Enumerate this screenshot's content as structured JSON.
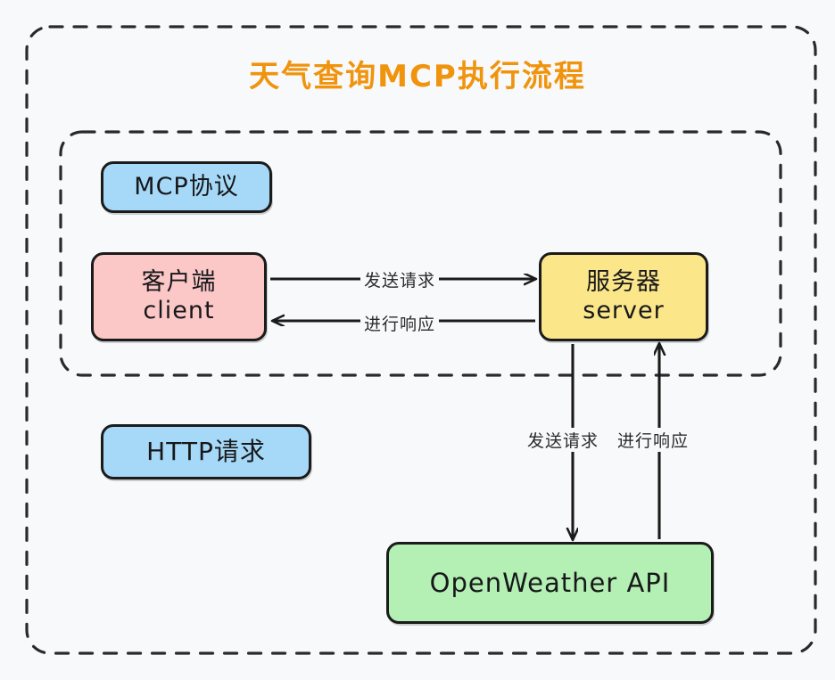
{
  "diagram": {
    "title": "天气查询MCP执行流程",
    "title_color": "#f0930d",
    "background_color": "#f8f9fa",
    "containers": [
      {
        "name": "outer-boundary",
        "style": "dashed-rounded-rect"
      },
      {
        "name": "mcp-protocol-boundary",
        "style": "dashed-rounded-rect"
      }
    ],
    "nodes": {
      "mcp_protocol": {
        "label": "MCP协议",
        "color": "#a6d9f7"
      },
      "http_request": {
        "label": "HTTP请求",
        "color": "#a6d9f7"
      },
      "client": {
        "line1": "客户端",
        "line2": "client",
        "color": "#fbc7c7"
      },
      "server": {
        "line1": "服务器",
        "line2": "server",
        "color": "#fce68a"
      },
      "openweather_api": {
        "label": "OpenWeather API",
        "color": "#b4efb4"
      }
    },
    "edges": {
      "client_to_server": "发送请求",
      "server_to_client": "进行响应",
      "server_to_api": "发送请求",
      "api_to_server": "进行响应"
    }
  }
}
